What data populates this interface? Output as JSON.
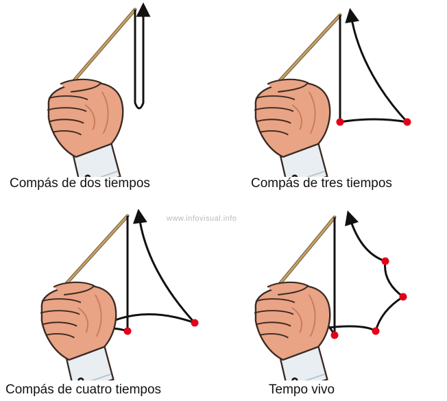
{
  "diagrams": [
    {
      "caption": "Compás de dos tiempos"
    },
    {
      "caption": "Compás de tres tiempos"
    },
    {
      "caption": "Compás de cuatro tiempos"
    },
    {
      "caption": "Tempo vivo"
    }
  ],
  "watermark": "www.infovisual.info",
  "colors": {
    "skin": "#e9a385",
    "skin_shadow": "#c97a5e",
    "outline": "#3a2a22",
    "baton": "#b58a4c",
    "cuff": "#e8eef2",
    "beat_dot": "#e2001a",
    "path": "#111111"
  }
}
